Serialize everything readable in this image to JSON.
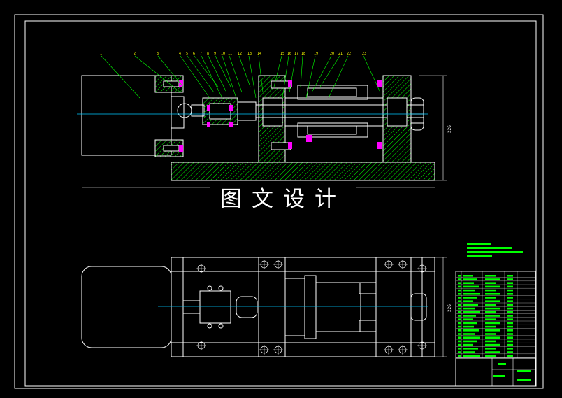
{
  "watermark": "图文设计",
  "part_labels": [
    "1",
    "2",
    "3",
    "4",
    "5",
    "6",
    "7",
    "8",
    "9",
    "10",
    "11",
    "12",
    "13",
    "14",
    "15",
    "16",
    "17",
    "18",
    "19",
    "20",
    "21",
    "22",
    "23"
  ],
  "dimensions": {
    "front_height": "226",
    "top_height": "226"
  },
  "colors": {
    "background": "#000000",
    "frame": "#ffffff",
    "outline": "#ffffff",
    "centerline": "#00c8ff",
    "hatch": "#00ff00",
    "leader": "#00ff00",
    "bolts": "#ff00ff",
    "labels": "#ffff00",
    "title_block": "#00ff00"
  }
}
